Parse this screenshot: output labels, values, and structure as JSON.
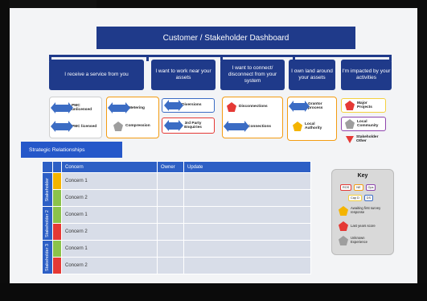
{
  "dashboard": {
    "title": "Customer / Stakeholder Dashboard"
  },
  "categories": [
    "I receive a service from you",
    "I want to work near your assets",
    "I want to connect/ disconnect from your system",
    "I own land around your assets",
    "I'm impacted by your activities"
  ],
  "items": {
    "pmc_unlicensed": "PMC unlicensed",
    "pmc_licensed": "PMC licensed",
    "metering": "Metering",
    "compression": "Compression",
    "diversions": "Diversions",
    "third_party": "3rd Party Enquiries",
    "disconnections": "Disconnections",
    "connections": "Connections",
    "grantor": "Grantor process",
    "local_authority": "Local Authority",
    "major_projects": "Major Projects",
    "local_community": "Local Community",
    "stakeholder_other": "Stakeholder Other"
  },
  "strategic": {
    "label": "Strategic Relationships"
  },
  "table": {
    "headers": [
      "Concern",
      "Owner",
      "Update"
    ],
    "groups": [
      "Stakeholder",
      "Stakeholder 2",
      "Stakeholder 3"
    ],
    "rows": [
      "Concern 1",
      "Concern 2",
      "Concern 1",
      "Concern 2",
      "Concern 1",
      "Concern 2"
    ]
  },
  "key": {
    "title": "Key",
    "tags": [
      "ROS",
      "NE",
      "Ops",
      "Cap D",
      "DS"
    ],
    "entries": [
      "Awaiting first survey response",
      "Last years score",
      "Unknown Experience"
    ]
  },
  "colors": {
    "navy": "#1f3a8a",
    "blue": "#2557c9",
    "amber": "#f4b400",
    "green": "#8bc34a",
    "red": "#e53935",
    "gray": "#9e9e9e",
    "arrow": "#3b6cc4",
    "orange_border": "#f39c12",
    "red_border": "#e53935",
    "purple_border": "#8e44ad",
    "blue_border": "#3b6cc4"
  }
}
